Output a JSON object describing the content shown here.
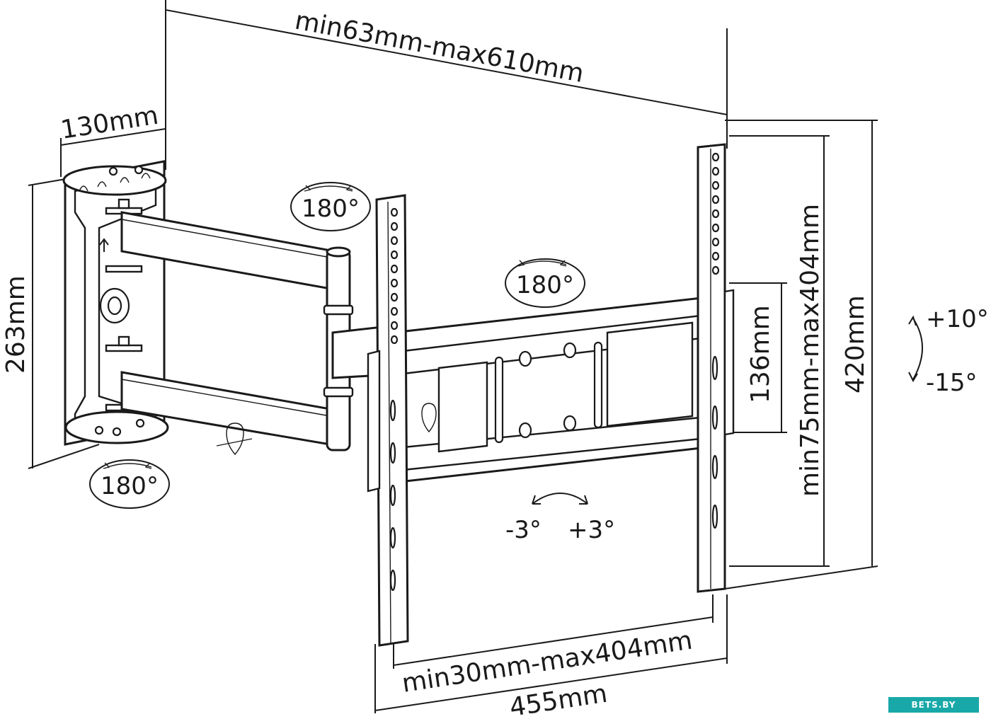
{
  "dimensions": {
    "arm_extension": "min63mm-max610mm",
    "wall_plate_depth": "130mm",
    "wall_plate_height": "263mm",
    "vesa_vertical_inner": "136mm",
    "vesa_vertical_range": "min75mm-max404mm",
    "bracket_height": "420mm",
    "vesa_horizontal_range": "min30mm-max404mm",
    "bracket_width": "455mm"
  },
  "angles": {
    "swivel_arm": "180°",
    "swivel_middle": "180°",
    "swivel_wall": "180°",
    "tilt_up": "+10°",
    "tilt_down": "-15°",
    "rotate_left": "-3°",
    "rotate_right": "+3°"
  },
  "watermark": "BETS.BY"
}
